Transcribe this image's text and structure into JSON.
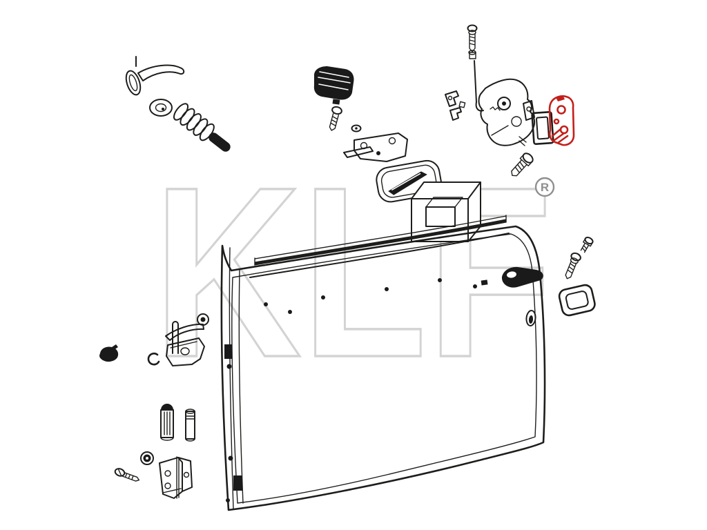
{
  "page": {
    "background": "#ffffff",
    "line_color": "#1d1d1b",
    "highlight_color": "#c41f1a",
    "watermark_text": "KLF",
    "watermark_color": "#d3d3d3",
    "registered_symbol": "R"
  },
  "diagram": {
    "highlighted_part": "door-lock-cover-plate",
    "parts": [
      "window-crank-handle",
      "crank-escutcheon",
      "crank-spring",
      "stop-pin",
      "door-pull-grip",
      "grip-screw",
      "retaining-clip",
      "inner-door-handle-mechanism",
      "inner-handle-trim-cup",
      "mounting-block",
      "lock-screw",
      "lock-rod",
      "lock-clips",
      "door-lock-mechanism",
      "lock-gasket-frame",
      "door-lock-cover-plate",
      "lock-bolt",
      "small-bolt",
      "panel-screw",
      "door-seal-frame",
      "door-panel",
      "door-handle-recess",
      "door-check-strap",
      "check-strap-clip",
      "buffer-cap",
      "hinge-pin-capped",
      "hinge-pin",
      "grommet",
      "door-hinge",
      "hinge-screw"
    ]
  }
}
